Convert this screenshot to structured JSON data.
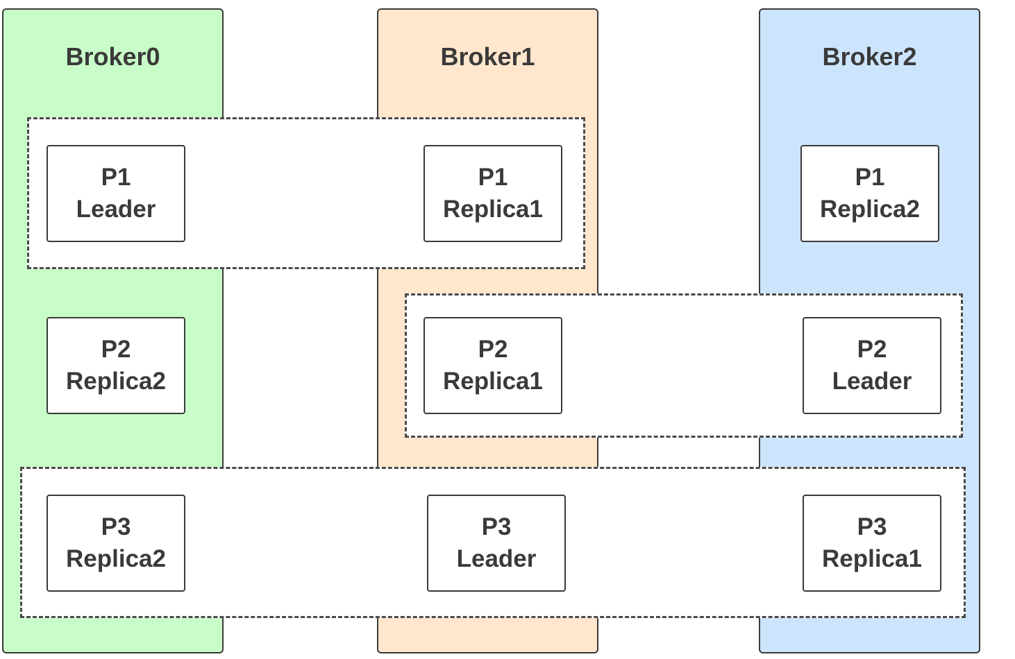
{
  "colors": {
    "broker0_fill": "#c8fcc8",
    "broker1_fill": "#ffe6cc",
    "broker2_fill": "#cce5fc",
    "border": "#3a3a3a"
  },
  "brokers": [
    {
      "title": "Broker0"
    },
    {
      "title": "Broker1"
    },
    {
      "title": "Broker2"
    }
  ],
  "partitions": {
    "p1_b0": {
      "name": "P1",
      "role": "Leader"
    },
    "p1_b1": {
      "name": "P1",
      "role": "Replica1"
    },
    "p1_b2": {
      "name": "P1",
      "role": "Replica2"
    },
    "p2_b0": {
      "name": "P2",
      "role": "Replica2"
    },
    "p2_b1": {
      "name": "P2",
      "role": "Replica1"
    },
    "p2_b2": {
      "name": "P2",
      "role": "Leader"
    },
    "p3_b0": {
      "name": "P3",
      "role": "Replica2"
    },
    "p3_b1": {
      "name": "P3",
      "role": "Leader"
    },
    "p3_b2": {
      "name": "P3",
      "role": "Replica1"
    }
  }
}
